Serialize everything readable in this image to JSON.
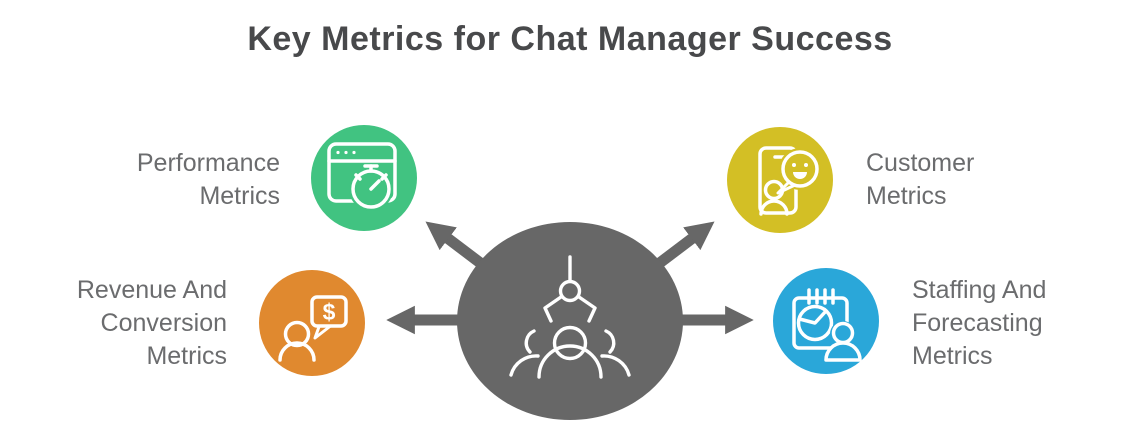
{
  "title": "Key Metrics for Chat Manager Success",
  "hub": {
    "color": "#676767",
    "icon": "claw-over-people-icon"
  },
  "nodes": {
    "performance": {
      "label": "Performance\nMetrics",
      "color": "#41c381",
      "icon": "browser-stopwatch-icon"
    },
    "customer": {
      "label": "Customer\nMetrics",
      "color": "#d3bf25",
      "icon": "phone-smiley-chat-icon"
    },
    "revenue": {
      "label": "Revenue And\nConversion\nMetrics",
      "color": "#e0892f",
      "icon": "person-dollar-chat-icon"
    },
    "staffing": {
      "label": "Staffing And\nForecasting\nMetrics",
      "color": "#2aa7d9",
      "icon": "calendar-pie-person-icon"
    }
  },
  "glyphs": {
    "dollar": "$"
  },
  "text_colors": {
    "title": "#48494b",
    "label": "#6b6c6e"
  }
}
